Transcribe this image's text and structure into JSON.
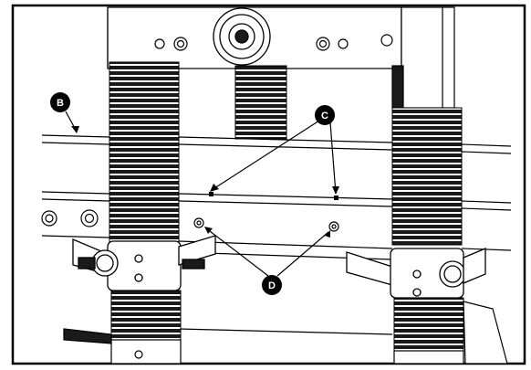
{
  "figure": {
    "callouts": [
      {
        "id": "B",
        "label": "B"
      },
      {
        "id": "C",
        "label": "C"
      },
      {
        "id": "D",
        "label": "D"
      }
    ]
  }
}
